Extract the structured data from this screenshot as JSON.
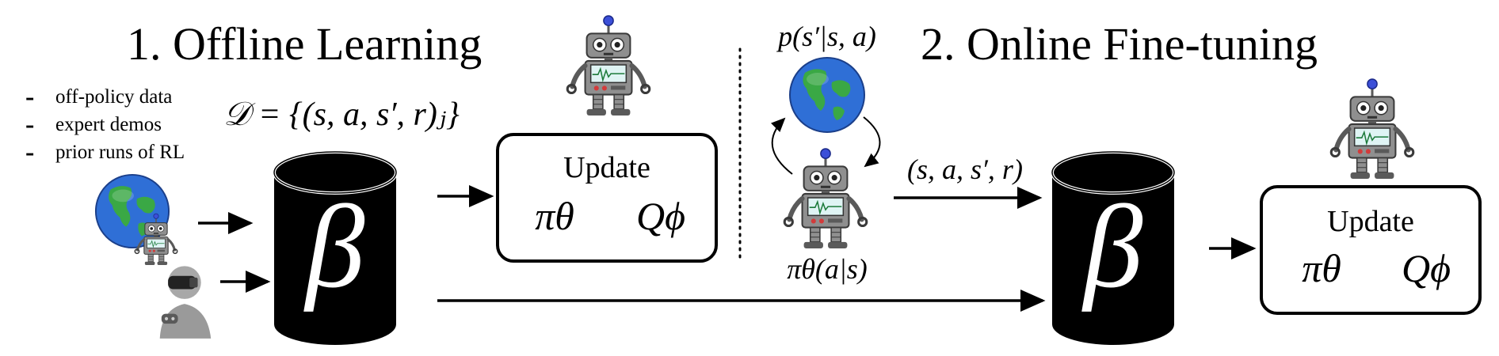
{
  "offline": {
    "title": "1. Offline Learning",
    "bullets": [
      "off-policy data",
      "expert demos",
      "prior runs of RL"
    ],
    "dataset_label": "𝒟 = {(s, a, s′, r)ⱼ}",
    "buffer_symbol": "β",
    "update_box": {
      "title": "Update",
      "pi": "πθ",
      "q": "Qϕ"
    }
  },
  "online": {
    "title": "2. Online Fine-tuning",
    "env_label": "p(s′|s, a)",
    "policy_label": "πθ(a|s)",
    "transition_label": "(s, a, s′, r)",
    "buffer_symbol": "β",
    "update_box": {
      "title": "Update",
      "pi": "πθ",
      "q": "Qϕ"
    }
  },
  "colors": {
    "ink": "#000000",
    "robot_body": "#8f8f8f",
    "robot_dark": "#5a5a5a",
    "robot_antenna": "#3b4fd8",
    "robot_screen": "#dff4f4",
    "robot_button": "#d23b3b",
    "earth_ocean": "#2f6fd6",
    "earth_land": "#3aa845",
    "person": "#9a9a9a"
  },
  "icons": [
    "robot-icon",
    "earth-icon",
    "vr-person-icon",
    "database-icon"
  ]
}
